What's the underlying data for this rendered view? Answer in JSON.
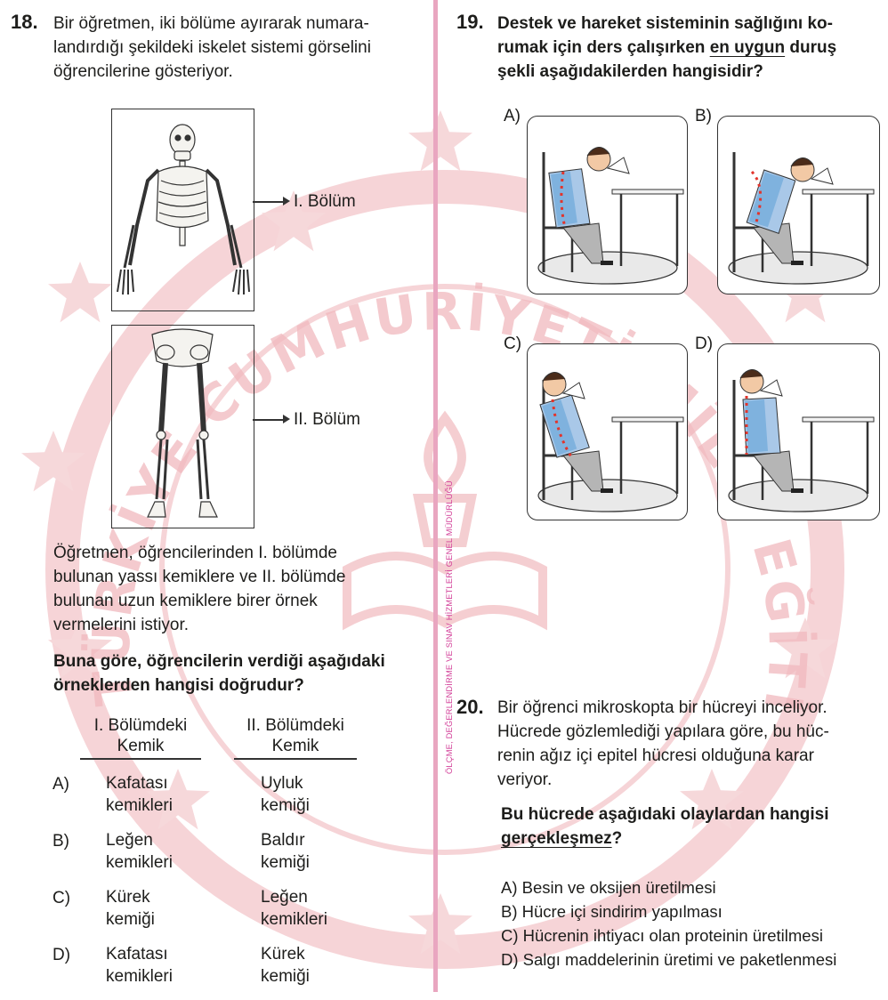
{
  "watermark": {
    "arc_text": "TÜRKİYE CUMHURİYETİ MİLLÎ EĞİTİM BAKANLIĞI",
    "color": "#e8a8ae"
  },
  "divider": {
    "color": "#e9a6c0",
    "vertical_label": "ÖLÇME, DEĞERLENDİRME VE SINAV HİZMETLERİ GENEL MÜDÜRLÜĞÜ",
    "label_color": "#d23d97"
  },
  "q18": {
    "number": "18.",
    "stem_lines": [
      "Bir öğretmen, iki bölüme ayırarak numara-",
      "landırdığı şekildeki iskelet sistemi görselini",
      "öğrencilerine gösteriyor."
    ],
    "label_1": "I. Bölüm",
    "label_2": "II. Bölüm",
    "body_lines": [
      "Öğretmen, öğrencilerinden I. bölümde",
      "bulunan yassı kemiklere ve II. bölümde",
      "bulunan uzun kemiklere birer örnek",
      "vermelerini istiyor."
    ],
    "question_lines": [
      "Buna göre, öğrencilerin verdiği aşağıdaki",
      "örneklerden hangisi doğrudur?"
    ],
    "col1_header": [
      "I. Bölümdeki",
      "Kemik"
    ],
    "col2_header": [
      "II. Bölümdeki",
      "Kemik"
    ],
    "options": [
      {
        "letter": "A)",
        "c1": [
          "Kafatası",
          "kemikleri"
        ],
        "c2": [
          "Uyluk",
          "kemiği"
        ]
      },
      {
        "letter": "B)",
        "c1": [
          "Leğen",
          "kemikleri"
        ],
        "c2": [
          "Baldır",
          "kemiği"
        ]
      },
      {
        "letter": "C)",
        "c1": [
          "Kürek",
          "kemiği"
        ],
        "c2": [
          "Leğen",
          "kemikleri"
        ]
      },
      {
        "letter": "D)",
        "c1": [
          "Kafatası",
          "kemikleri"
        ],
        "c2": [
          "Kürek",
          "kemiği"
        ]
      }
    ]
  },
  "q19": {
    "number": "19.",
    "stem_line1": "Destek ve hareket sisteminin sağlığını ko-",
    "stem_line2_pre": "rumak için ders çalışırken ",
    "stem_line2_u": "en uygun",
    "stem_line2_post": " duruş",
    "stem_line3": "şekli aşağıdakilerden hangisidir?",
    "options": [
      "A)",
      "B)",
      "C)",
      "D)"
    ],
    "colors": {
      "shirt": "#a9c8e8",
      "vest": "#7fb2de",
      "pants": "#b5b5b5",
      "hair": "#4b2c1a",
      "skin": "#f2c9a5",
      "spine": "#e2342b"
    }
  },
  "q20": {
    "number": "20.",
    "stem_lines": [
      "Bir öğrenci mikroskopta bir hücreyi inceliyor.",
      "Hücrede gözlemlediği yapılara göre, bu hüc-",
      "renin ağız içi epitel hücresi olduğuna karar",
      "veriyor."
    ],
    "question_line1": "Bu hücrede aşağıdaki olaylardan hangisi",
    "question_line2_u": "gerçekleşmez",
    "question_line2_post": "?",
    "options": [
      "A) Besin ve oksijen üretilmesi",
      "B) Hücre içi sindirim yapılması",
      "C) Hücrenin ihtiyacı olan proteinin üretilmesi",
      "D) Salgı maddelerinin üretimi ve paketlenmesi"
    ]
  }
}
